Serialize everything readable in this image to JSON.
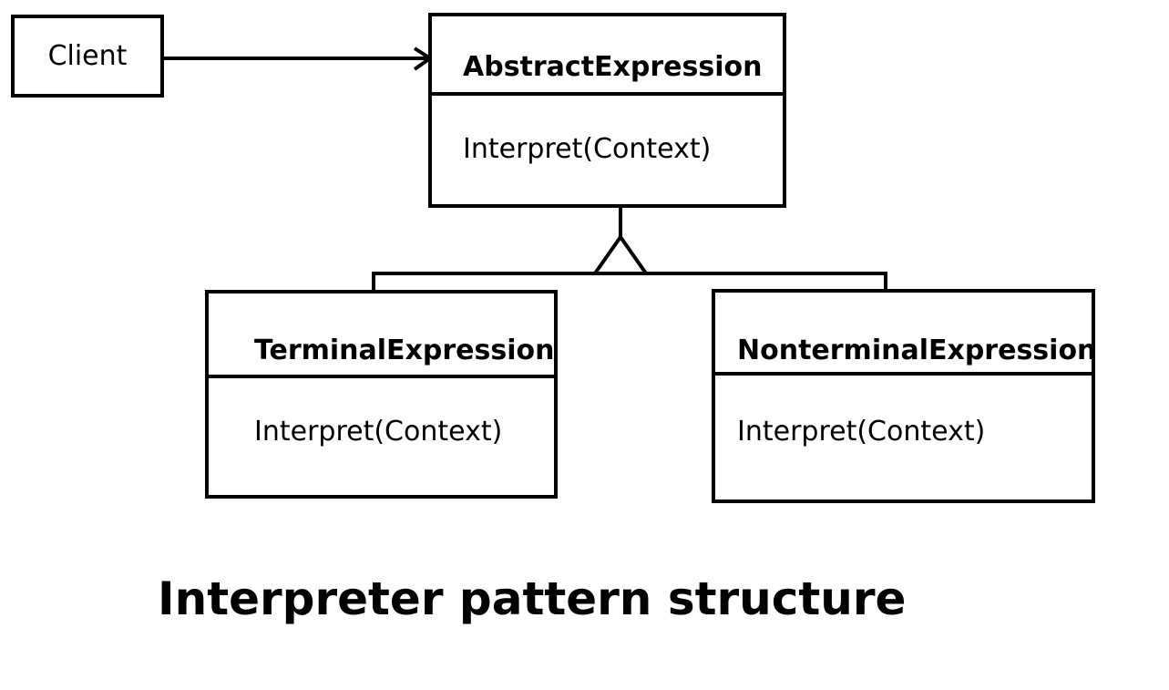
{
  "client": {
    "label": "Client"
  },
  "abstract_expression": {
    "name": "AbstractExpression",
    "method": "Interpret(Context)"
  },
  "terminal_expression": {
    "name": "TerminalExpression",
    "method": "Interpret(Context)"
  },
  "nonterminal_expression": {
    "name": "NonterminalExpression",
    "method": "Interpret(Context)"
  },
  "caption": "Interpreter pattern structure",
  "colors": {
    "stroke": "#000000",
    "background": "#ffffff"
  }
}
